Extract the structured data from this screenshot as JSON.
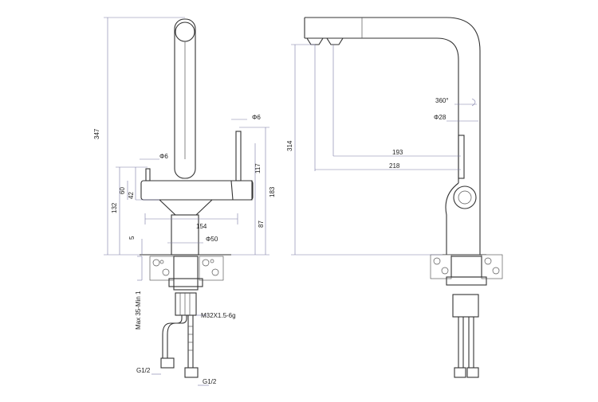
{
  "dimensions": {
    "overall_height": "347",
    "total_height_right": "314",
    "d_spout": "Φ6",
    "d_lever": "Φ6",
    "h_60": "60",
    "h_42": "42",
    "h_132": "132",
    "h_117": "117",
    "h_183": "183",
    "h_87": "87",
    "w_154": "154",
    "d_base": "Φ50",
    "h_5": "5",
    "deck_thickness": "Max 35-Min 1",
    "thread": "M32X1.5-6g",
    "hose_left": "G1/2",
    "hose_right": "G1/2",
    "rotation": "360°",
    "d_28": "Φ28",
    "reach_193": "193",
    "reach_218": "218"
  },
  "colors": {
    "line": "#333333",
    "dimension": "#7a7aa6"
  }
}
